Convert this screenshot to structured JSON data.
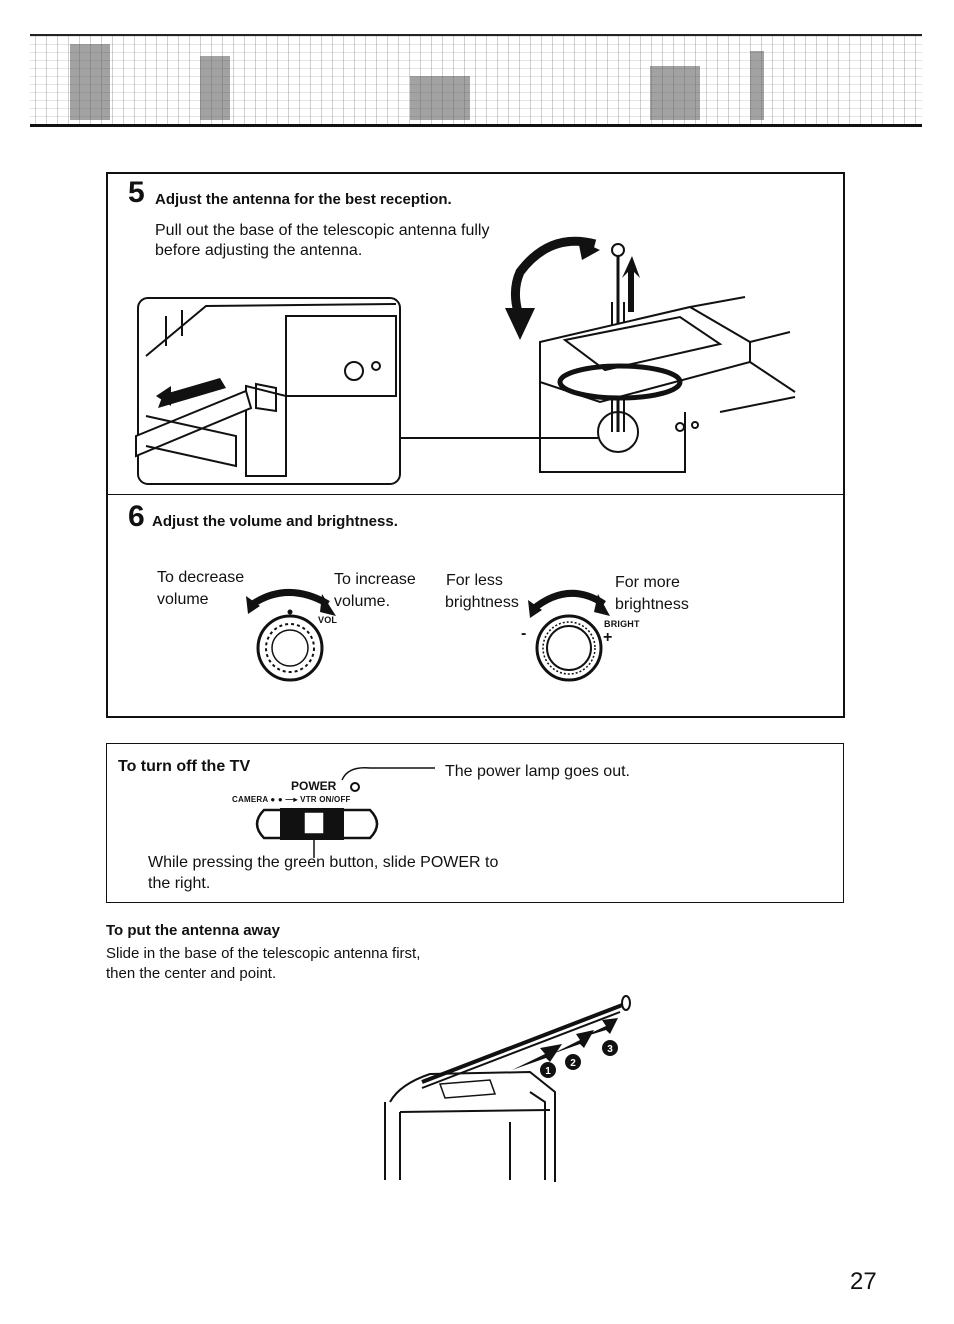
{
  "step5": {
    "number": "5",
    "title": "Adjust the antenna for the best reception.",
    "body_line1": "Pull out the base of the telescopic antenna fully",
    "body_line2": "before adjusting the antenna."
  },
  "step6": {
    "number": "6",
    "title": "Adjust the volume and brightness.",
    "vol_decrease_line1": "To decrease",
    "vol_decrease_line2": "volume",
    "vol_increase_line1": "To increase",
    "vol_increase_line2": "volume.",
    "vol_label": "VOL",
    "bright_less_line1": "For less",
    "bright_less_line2": "brightness",
    "bright_more_line1": "For more",
    "bright_more_line2": "brightness",
    "bright_label": "BRIGHT",
    "minus": "-",
    "plus": "+"
  },
  "turn_off": {
    "title": "To turn off the TV",
    "power_label": "POWER",
    "switch_labels": "CAMERA ●  ●  —▸ VTR ON/OFF",
    "lamp_note": "The power lamp goes out.",
    "instruction_line1": "While pressing the green button, slide POWER to",
    "instruction_line2": "the right."
  },
  "antenna_away": {
    "title": "To put the antenna away",
    "line1": "Slide in the base of the telescopic antenna first,",
    "line2": "then the center and point.",
    "step_markers": [
      "1",
      "2",
      "3"
    ]
  },
  "page_number": "27"
}
